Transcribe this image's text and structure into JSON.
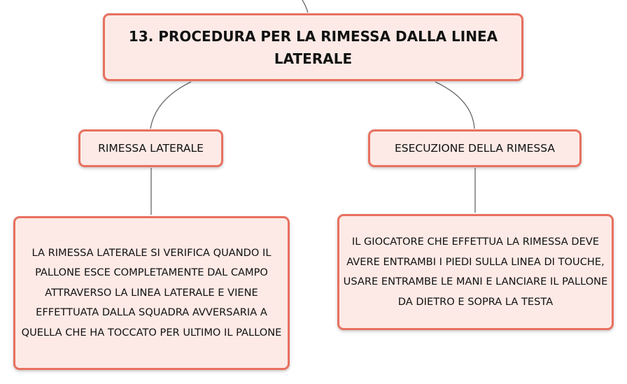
{
  "colors": {
    "node_border": "#e8705f",
    "node_fill": "#fdeae6",
    "connector": "#666666"
  },
  "root": {
    "title": "13. PROCEDURA PER LA RIMESSA DALLA LINEA LATERALE"
  },
  "branches": [
    {
      "label": "RIMESSA LATERALE",
      "detail": "LA RIMESSA LATERALE SI VERIFICA QUANDO IL PALLONE ESCE COMPLETAMENTE DAL CAMPO ATTRAVERSO LA LINEA LATERALE E VIENE EFFETTUATA DALLA SQUADRA AVVERSARIA A QUELLA CHE HA TOCCATO PER ULTIMO IL PALLONE"
    },
    {
      "label": "ESECUZIONE DELLA RIMESSA",
      "detail": "IL GIOCATORE CHE EFFETTUA LA RIMESSA DEVE AVERE ENTRAMBI I PIEDI SULLA LINEA DI TOUCHE, USARE ENTRAMBE LE MANI E LANCIARE IL PALLONE DA DIETRO E SOPRA LA TESTA"
    }
  ]
}
